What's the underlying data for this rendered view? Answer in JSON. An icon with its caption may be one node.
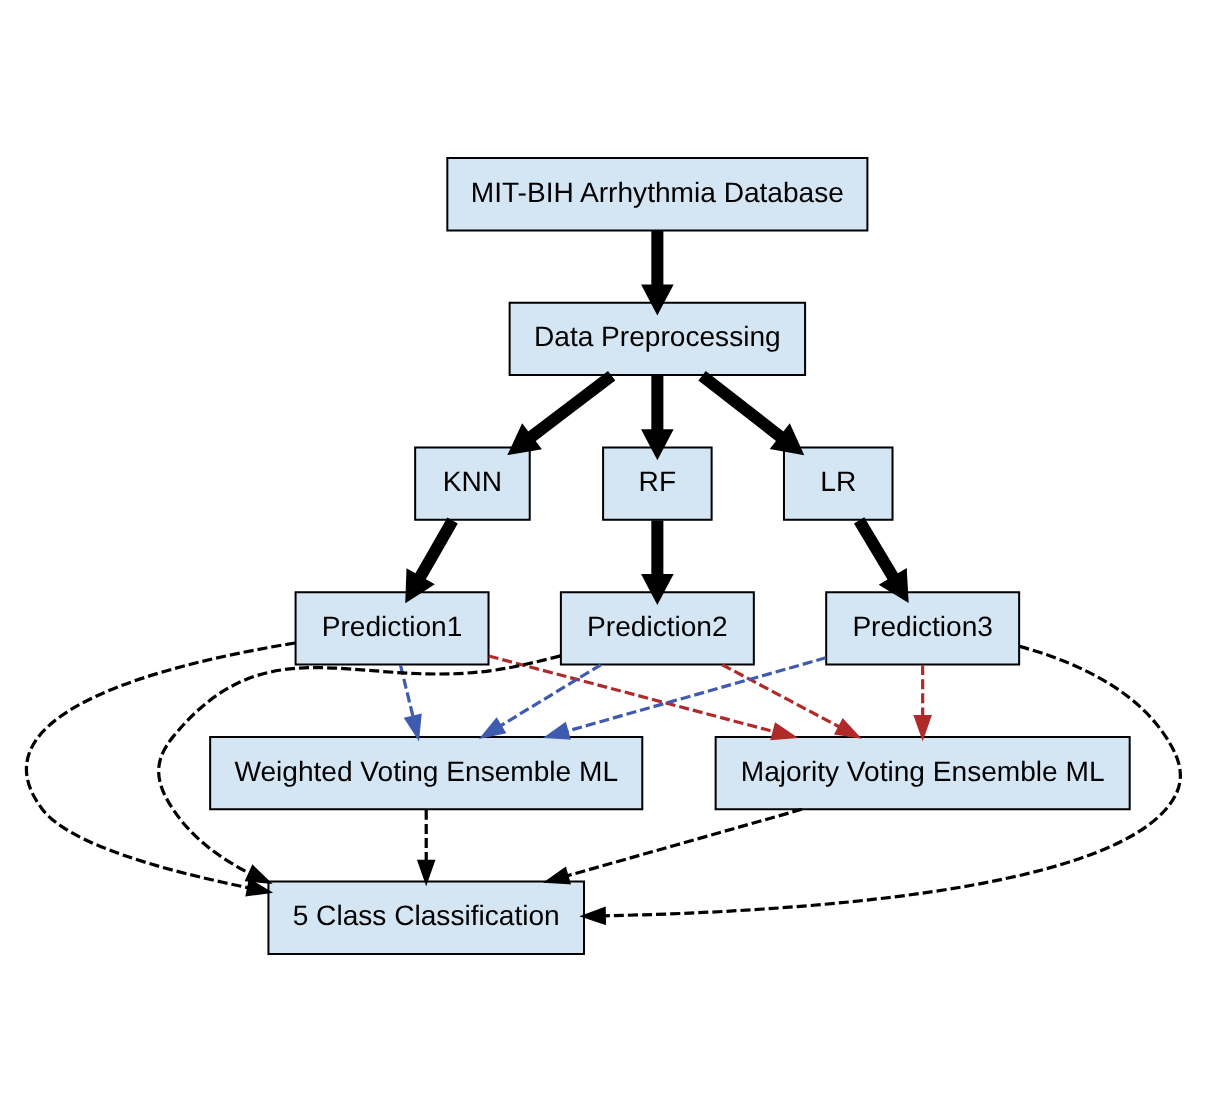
{
  "diagram": {
    "nodes": [
      {
        "text": [
          "MIT-BIH Arrhythmia Database"
        ]
      },
      {
        "text": [
          "Data Preprocessing"
        ]
      },
      {
        "text": [
          "KNN"
        ]
      },
      {
        "text": [
          "RF"
        ]
      },
      {
        "text": [
          "LR"
        ]
      },
      {
        "text": [
          "Prediction1"
        ]
      },
      {
        "text": [
          "Prediction2"
        ]
      },
      {
        "text": [
          "Prediction3"
        ]
      },
      {
        "text": [
          "Weighted Voting Ensemble ML"
        ]
      },
      {
        "text": [
          "Majority Voting Ensemble ML"
        ]
      },
      {
        "text": [
          "5 Class Classification"
        ]
      }
    ],
    "edges": [
      {
        "from": 0,
        "to": 1,
        "arrow": "to",
        "style": "thick"
      },
      {
        "from": 1,
        "to": 2,
        "arrow": "to",
        "style": "thick"
      },
      {
        "from": 1,
        "to": 3,
        "arrow": "to",
        "style": "thick"
      },
      {
        "from": 1,
        "to": 4,
        "arrow": "to",
        "style": "thick"
      },
      {
        "from": 2,
        "to": 5,
        "arrow": "to",
        "style": "thick"
      },
      {
        "from": 3,
        "to": 6,
        "arrow": "to",
        "style": "thick"
      },
      {
        "from": 4,
        "to": 7,
        "arrow": "to",
        "style": "thick"
      },
      {
        "from": 5,
        "to": 8,
        "arrow": "to",
        "style": "dashed",
        "color": "#3f5bb0"
      },
      {
        "from": 5,
        "to": 9,
        "arrow": "to",
        "style": "dashed",
        "color": "#b02a2a"
      },
      {
        "from": 5,
        "to": 10,
        "arrow": "to",
        "style": "dashed"
      },
      {
        "from": 6,
        "to": 8,
        "arrow": "to",
        "style": "dashed",
        "color": "#3f5bb0"
      },
      {
        "from": 6,
        "to": 9,
        "arrow": "to",
        "style": "dashed",
        "color": "#b02a2a"
      },
      {
        "from": 6,
        "to": 10,
        "arrow": "to",
        "style": "dashed"
      },
      {
        "from": 7,
        "to": 8,
        "arrow": "to",
        "style": "dashed",
        "color": "#3f5bb0"
      },
      {
        "from": 7,
        "to": 9,
        "arrow": "to",
        "style": "dashed",
        "color": "#b02a2a"
      },
      {
        "from": 7,
        "to": 10,
        "arrow": "to",
        "style": "dashed"
      },
      {
        "from": 8,
        "to": 10,
        "arrow": "to",
        "style": "dashed"
      },
      {
        "from": 9,
        "to": 10,
        "arrow": "to",
        "style": "dashed"
      }
    ]
  }
}
